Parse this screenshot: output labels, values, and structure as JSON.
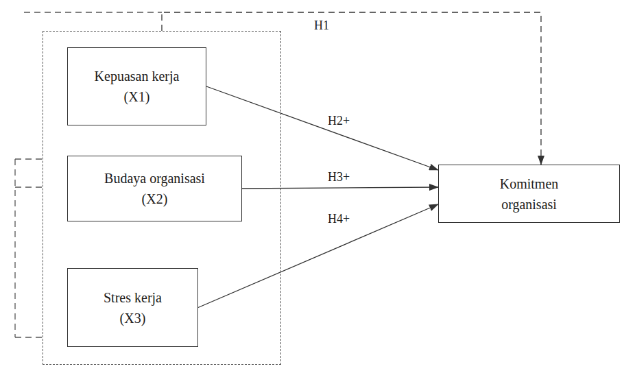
{
  "diagram": {
    "nodes": [
      {
        "text": []
      },
      {
        "text": [
          "Kepuasan kerja (X1)"
        ],
        "in": 0
      },
      {
        "text": [
          "Budaya organisasi (X2)"
        ],
        "in": 0
      },
      {
        "text": [
          "Stres kerja (X3)"
        ],
        "in": 0
      },
      {
        "text": [
          "Komitmen organisasi"
        ]
      }
    ],
    "edges": [
      {
        "from": 0,
        "to": 4,
        "arrow": "to",
        "label": "H1"
      },
      {
        "from": 1,
        "to": 4,
        "arrow": "to",
        "label": "H2+"
      },
      {
        "from": 2,
        "to": 4,
        "arrow": "to",
        "label": "H3+"
      },
      {
        "from": 3,
        "to": 4,
        "arrow": "to",
        "label": "H4+"
      }
    ]
  }
}
